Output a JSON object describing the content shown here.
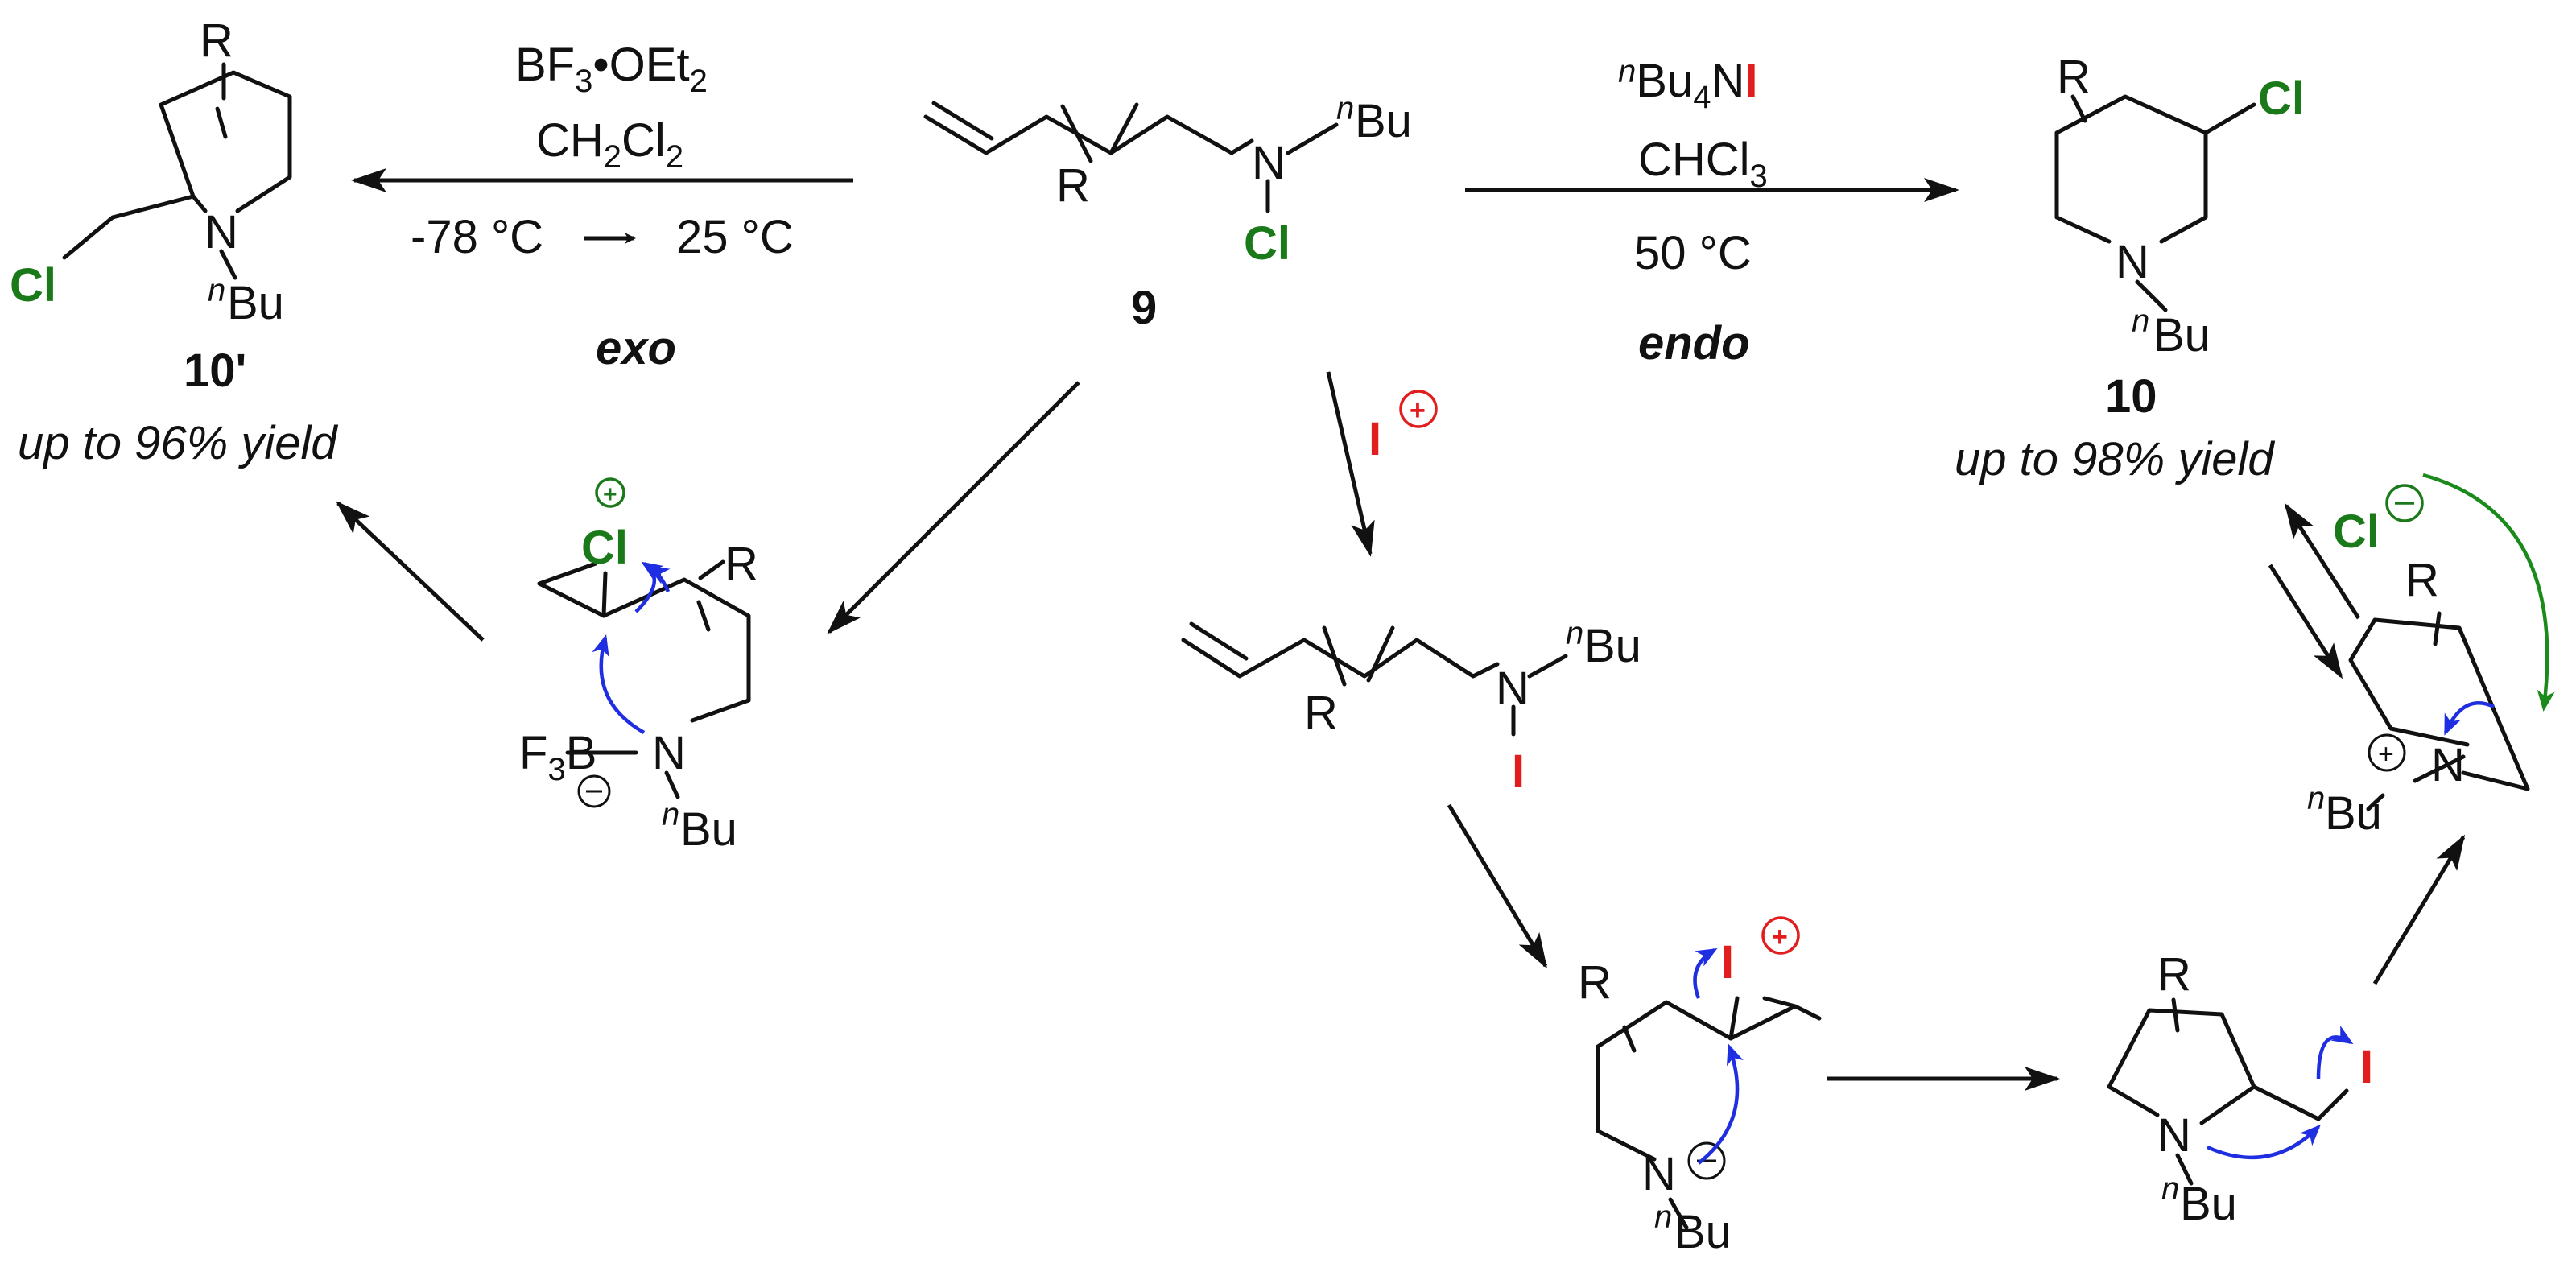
{
  "labels": {
    "compound_9": "9",
    "compound_10": "10",
    "compound_10p": "10'",
    "exo": "exo",
    "endo": "endo",
    "yield_10": "up to 98% yield",
    "yield_10p": "up to 96% yield"
  },
  "reagents_left": {
    "line1": "BF3•OEt2",
    "line2": "CH2Cl2",
    "temp_from": "-78 °C",
    "temp_to": "25 °C"
  },
  "reagents_right": {
    "line1": "nBu4NI",
    "line2": "CHCl3",
    "line3": "50 °C"
  },
  "atoms": {
    "N": "N",
    "Cl": "Cl",
    "I": "I",
    "R": "R",
    "Bu": "Bu",
    "n": "n",
    "F3B": "F3B"
  },
  "colors": {
    "chlorine": "#1a7a1a",
    "iodine": "#e11d1d",
    "electron_arrow": "#1f2ee0",
    "bond": "#111111"
  }
}
